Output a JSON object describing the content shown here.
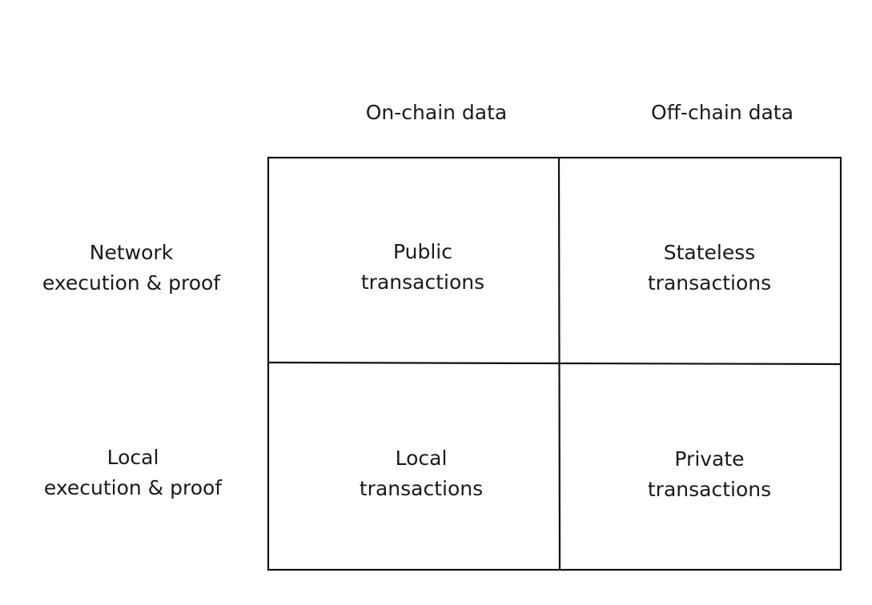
{
  "columns": [
    {
      "label": "On-chain data"
    },
    {
      "label": "Off-chain data"
    }
  ],
  "rows": [
    {
      "line1": "Network",
      "line2": "execution & proof"
    },
    {
      "line1": "Local",
      "line2": "execution & proof"
    }
  ],
  "cells": [
    [
      {
        "line1": "Public",
        "line2": "transactions"
      },
      {
        "line1": "Stateless",
        "line2": "transactions"
      }
    ],
    [
      {
        "line1": "Local",
        "line2": "transactions"
      },
      {
        "line1": "Private",
        "line2": "transactions"
      }
    ]
  ]
}
